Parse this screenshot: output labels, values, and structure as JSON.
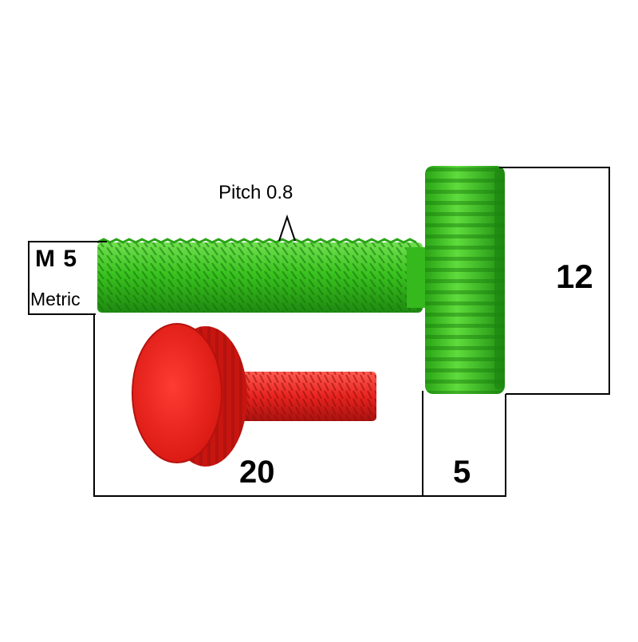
{
  "diagram": {
    "labels": {
      "pitch": "Pitch 0.8",
      "thread_size": "M 5",
      "thread_standard": "Metric",
      "length": "20",
      "head_thickness": "5",
      "head_diameter": "12"
    },
    "colors": {
      "background": "#ffffff",
      "green_screw": "#3fcf24",
      "green_dark": "#1f8f12",
      "red_screw": "#e8231f",
      "red_dark": "#a8120f",
      "dimension_lines": "#000000"
    }
  }
}
